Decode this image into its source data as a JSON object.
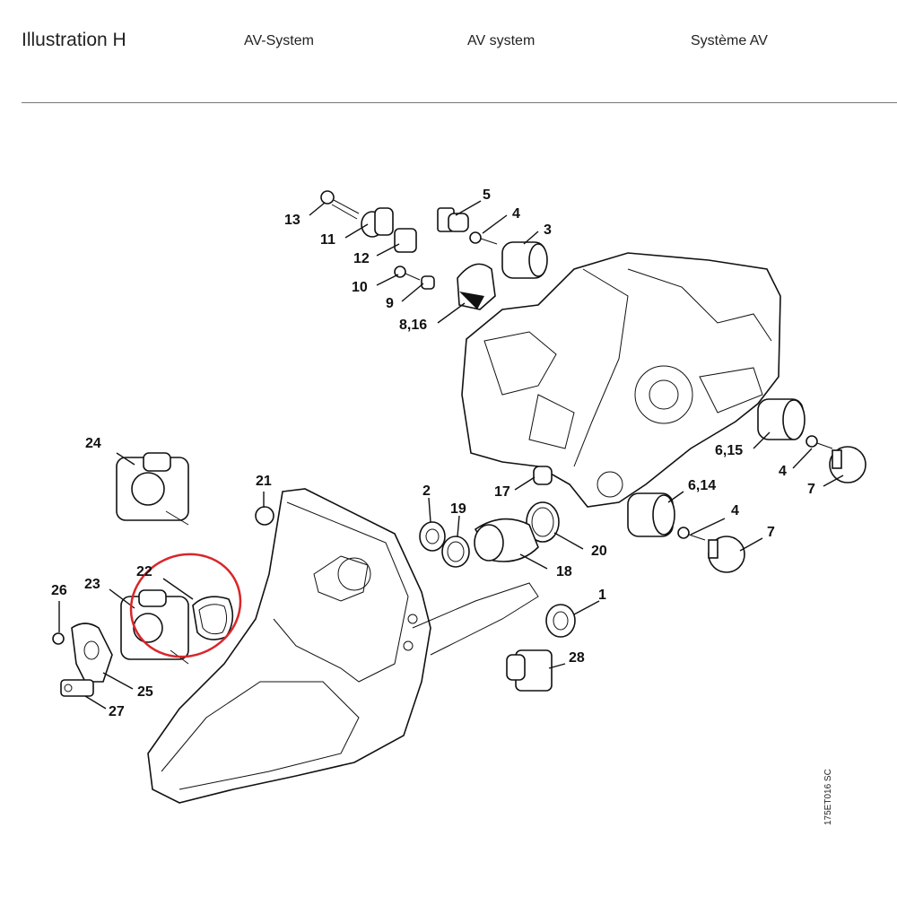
{
  "header": {
    "title": "Illustration  H",
    "col_de": "AV-System",
    "col_en": "AV system",
    "col_fr": "Système AV"
  },
  "drawing_code": "175ET016 SC",
  "highlight_color": "#d9262a",
  "callouts": [
    {
      "id": "c13",
      "text": "13"
    },
    {
      "id": "c11",
      "text": "11"
    },
    {
      "id": "c12",
      "text": "12"
    },
    {
      "id": "c5",
      "text": "5"
    },
    {
      "id": "c4a",
      "text": "4"
    },
    {
      "id": "c3",
      "text": "3"
    },
    {
      "id": "c10",
      "text": "10"
    },
    {
      "id": "c9",
      "text": "9"
    },
    {
      "id": "c816",
      "text": "8,16"
    },
    {
      "id": "c615",
      "text": "6,15"
    },
    {
      "id": "c4b",
      "text": "4"
    },
    {
      "id": "c7a",
      "text": "7"
    },
    {
      "id": "c24",
      "text": "24"
    },
    {
      "id": "c21",
      "text": "21"
    },
    {
      "id": "c2",
      "text": "2"
    },
    {
      "id": "c19",
      "text": "19"
    },
    {
      "id": "c17",
      "text": "17"
    },
    {
      "id": "c614",
      "text": "6,14"
    },
    {
      "id": "c4c",
      "text": "4"
    },
    {
      "id": "c7b",
      "text": "7"
    },
    {
      "id": "c20",
      "text": "20"
    },
    {
      "id": "c18",
      "text": "18"
    },
    {
      "id": "c22",
      "text": "22"
    },
    {
      "id": "c26",
      "text": "26"
    },
    {
      "id": "c23",
      "text": "23"
    },
    {
      "id": "c1",
      "text": "1"
    },
    {
      "id": "c28",
      "text": "28"
    },
    {
      "id": "c25",
      "text": "25"
    },
    {
      "id": "c27",
      "text": "27"
    }
  ]
}
